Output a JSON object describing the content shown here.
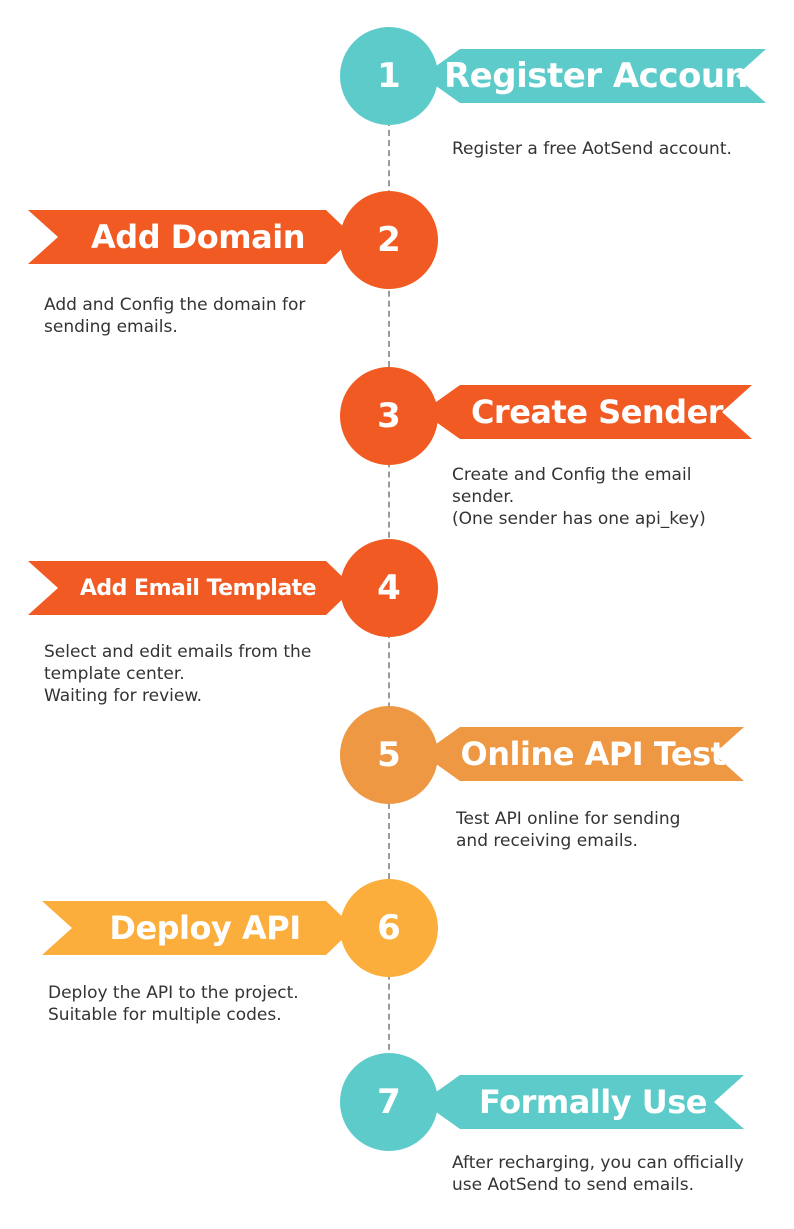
{
  "colors": {
    "teal": "#5ecbcb",
    "red_orange": "#f15a22",
    "orange": "#ee9844",
    "amber": "#fbae3c"
  },
  "steps": [
    {
      "number": "1",
      "title": "Register Account",
      "lines": [
        "Register a free AotSend account."
      ]
    },
    {
      "number": "2",
      "title": "Add Domain",
      "lines": [
        "Add and Config the domain for",
        "sending emails."
      ]
    },
    {
      "number": "3",
      "title": "Create Sender",
      "lines": [
        "Create and Config the email",
        "sender.",
        "(One sender has one api_key)"
      ]
    },
    {
      "number": "4",
      "title": "Add Email Template",
      "lines": [
        "Select and edit emails from the",
        "template center.",
        "Waiting for review."
      ]
    },
    {
      "number": "5",
      "title": "Online API Test",
      "lines": [
        "Test API online for sending",
        "and receiving emails."
      ]
    },
    {
      "number": "6",
      "title": "Deploy API",
      "lines": [
        "Deploy the API to the project.",
        "Suitable for multiple codes."
      ]
    },
    {
      "number": "7",
      "title": "Formally Use",
      "lines": [
        "After recharging, you can officially",
        "use AotSend to send emails."
      ]
    }
  ]
}
